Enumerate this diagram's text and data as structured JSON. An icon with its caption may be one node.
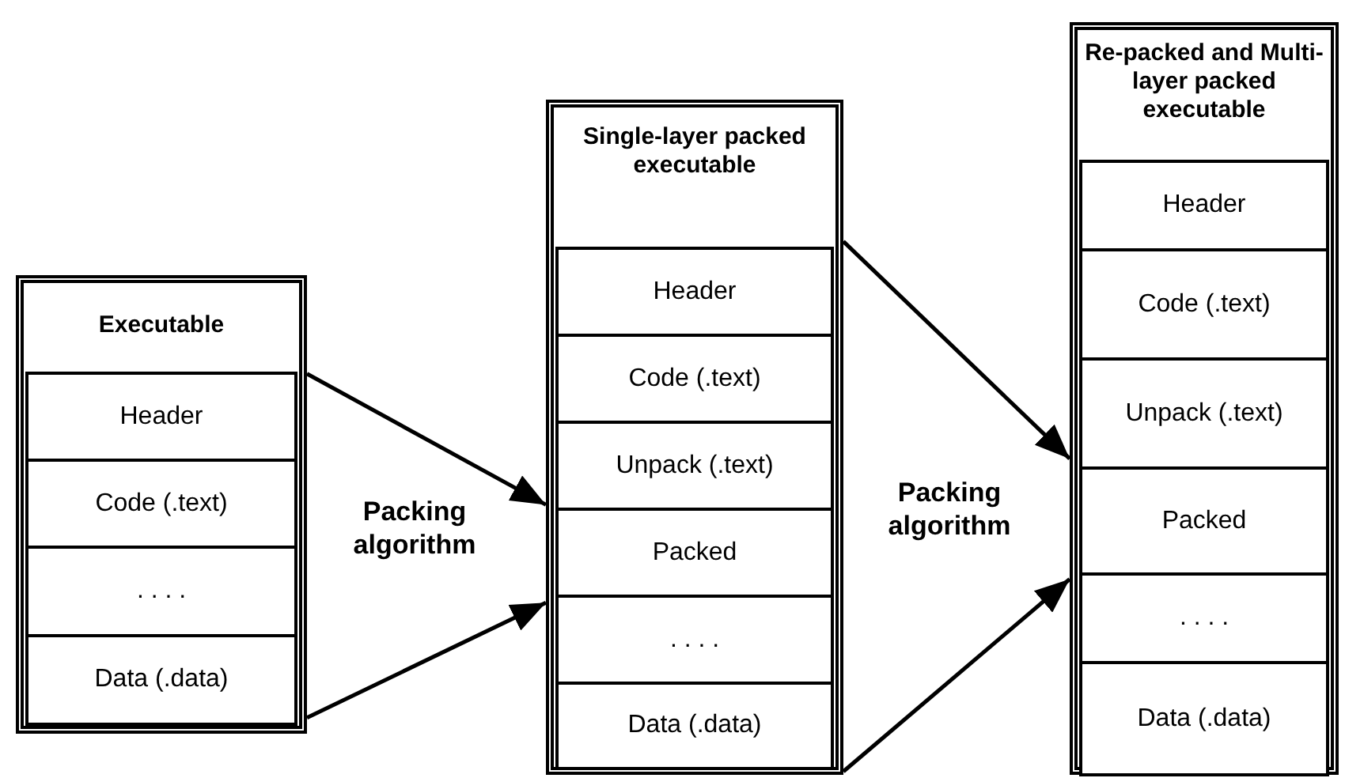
{
  "diagram": {
    "nodes": [
      {
        "text": [
          "Executable"
        ]
      },
      {
        "text": [
          "Header"
        ],
        "in": 0
      },
      {
        "text": [
          "Code (.text)"
        ],
        "in": 0
      },
      {
        "text": [
          ". . . ."
        ],
        "in": 0
      },
      {
        "text": [
          "Data (.data)"
        ],
        "in": 0
      },
      {
        "text": [
          "Single-layer packed executable"
        ]
      },
      {
        "text": [
          "Header"
        ],
        "in": 5
      },
      {
        "text": [
          "Code (.text)"
        ],
        "in": 5
      },
      {
        "text": [
          "Unpack (.text)"
        ],
        "in": 5
      },
      {
        "text": [
          "Packed"
        ],
        "in": 5
      },
      {
        "text": [
          ". . . ."
        ],
        "in": 5
      },
      {
        "text": [
          "Data (.data)"
        ],
        "in": 5
      },
      {
        "text": [
          "Re-packed and Multi-layer packed executable"
        ]
      },
      {
        "text": [
          "Header"
        ],
        "in": 12
      },
      {
        "text": [
          "Code (.text)"
        ],
        "in": 12
      },
      {
        "text": [
          "Unpack (.text)"
        ],
        "in": 12
      },
      {
        "text": [
          "Packed"
        ],
        "in": 12
      },
      {
        "text": [
          ". . . ."
        ],
        "in": 12
      },
      {
        "text": [
          "Data (.data)"
        ],
        "in": 12
      }
    ],
    "edges": [
      {
        "from": 0,
        "to": 5,
        "arrow": "to"
      },
      {
        "from": 0,
        "to": 5,
        "arrow": "to"
      },
      {
        "from": 5,
        "to": 12,
        "arrow": "to"
      },
      {
        "from": 5,
        "to": 12,
        "arrow": "to"
      }
    ],
    "labels": [
      "Packing algorithm",
      "Packing algorithm"
    ]
  }
}
